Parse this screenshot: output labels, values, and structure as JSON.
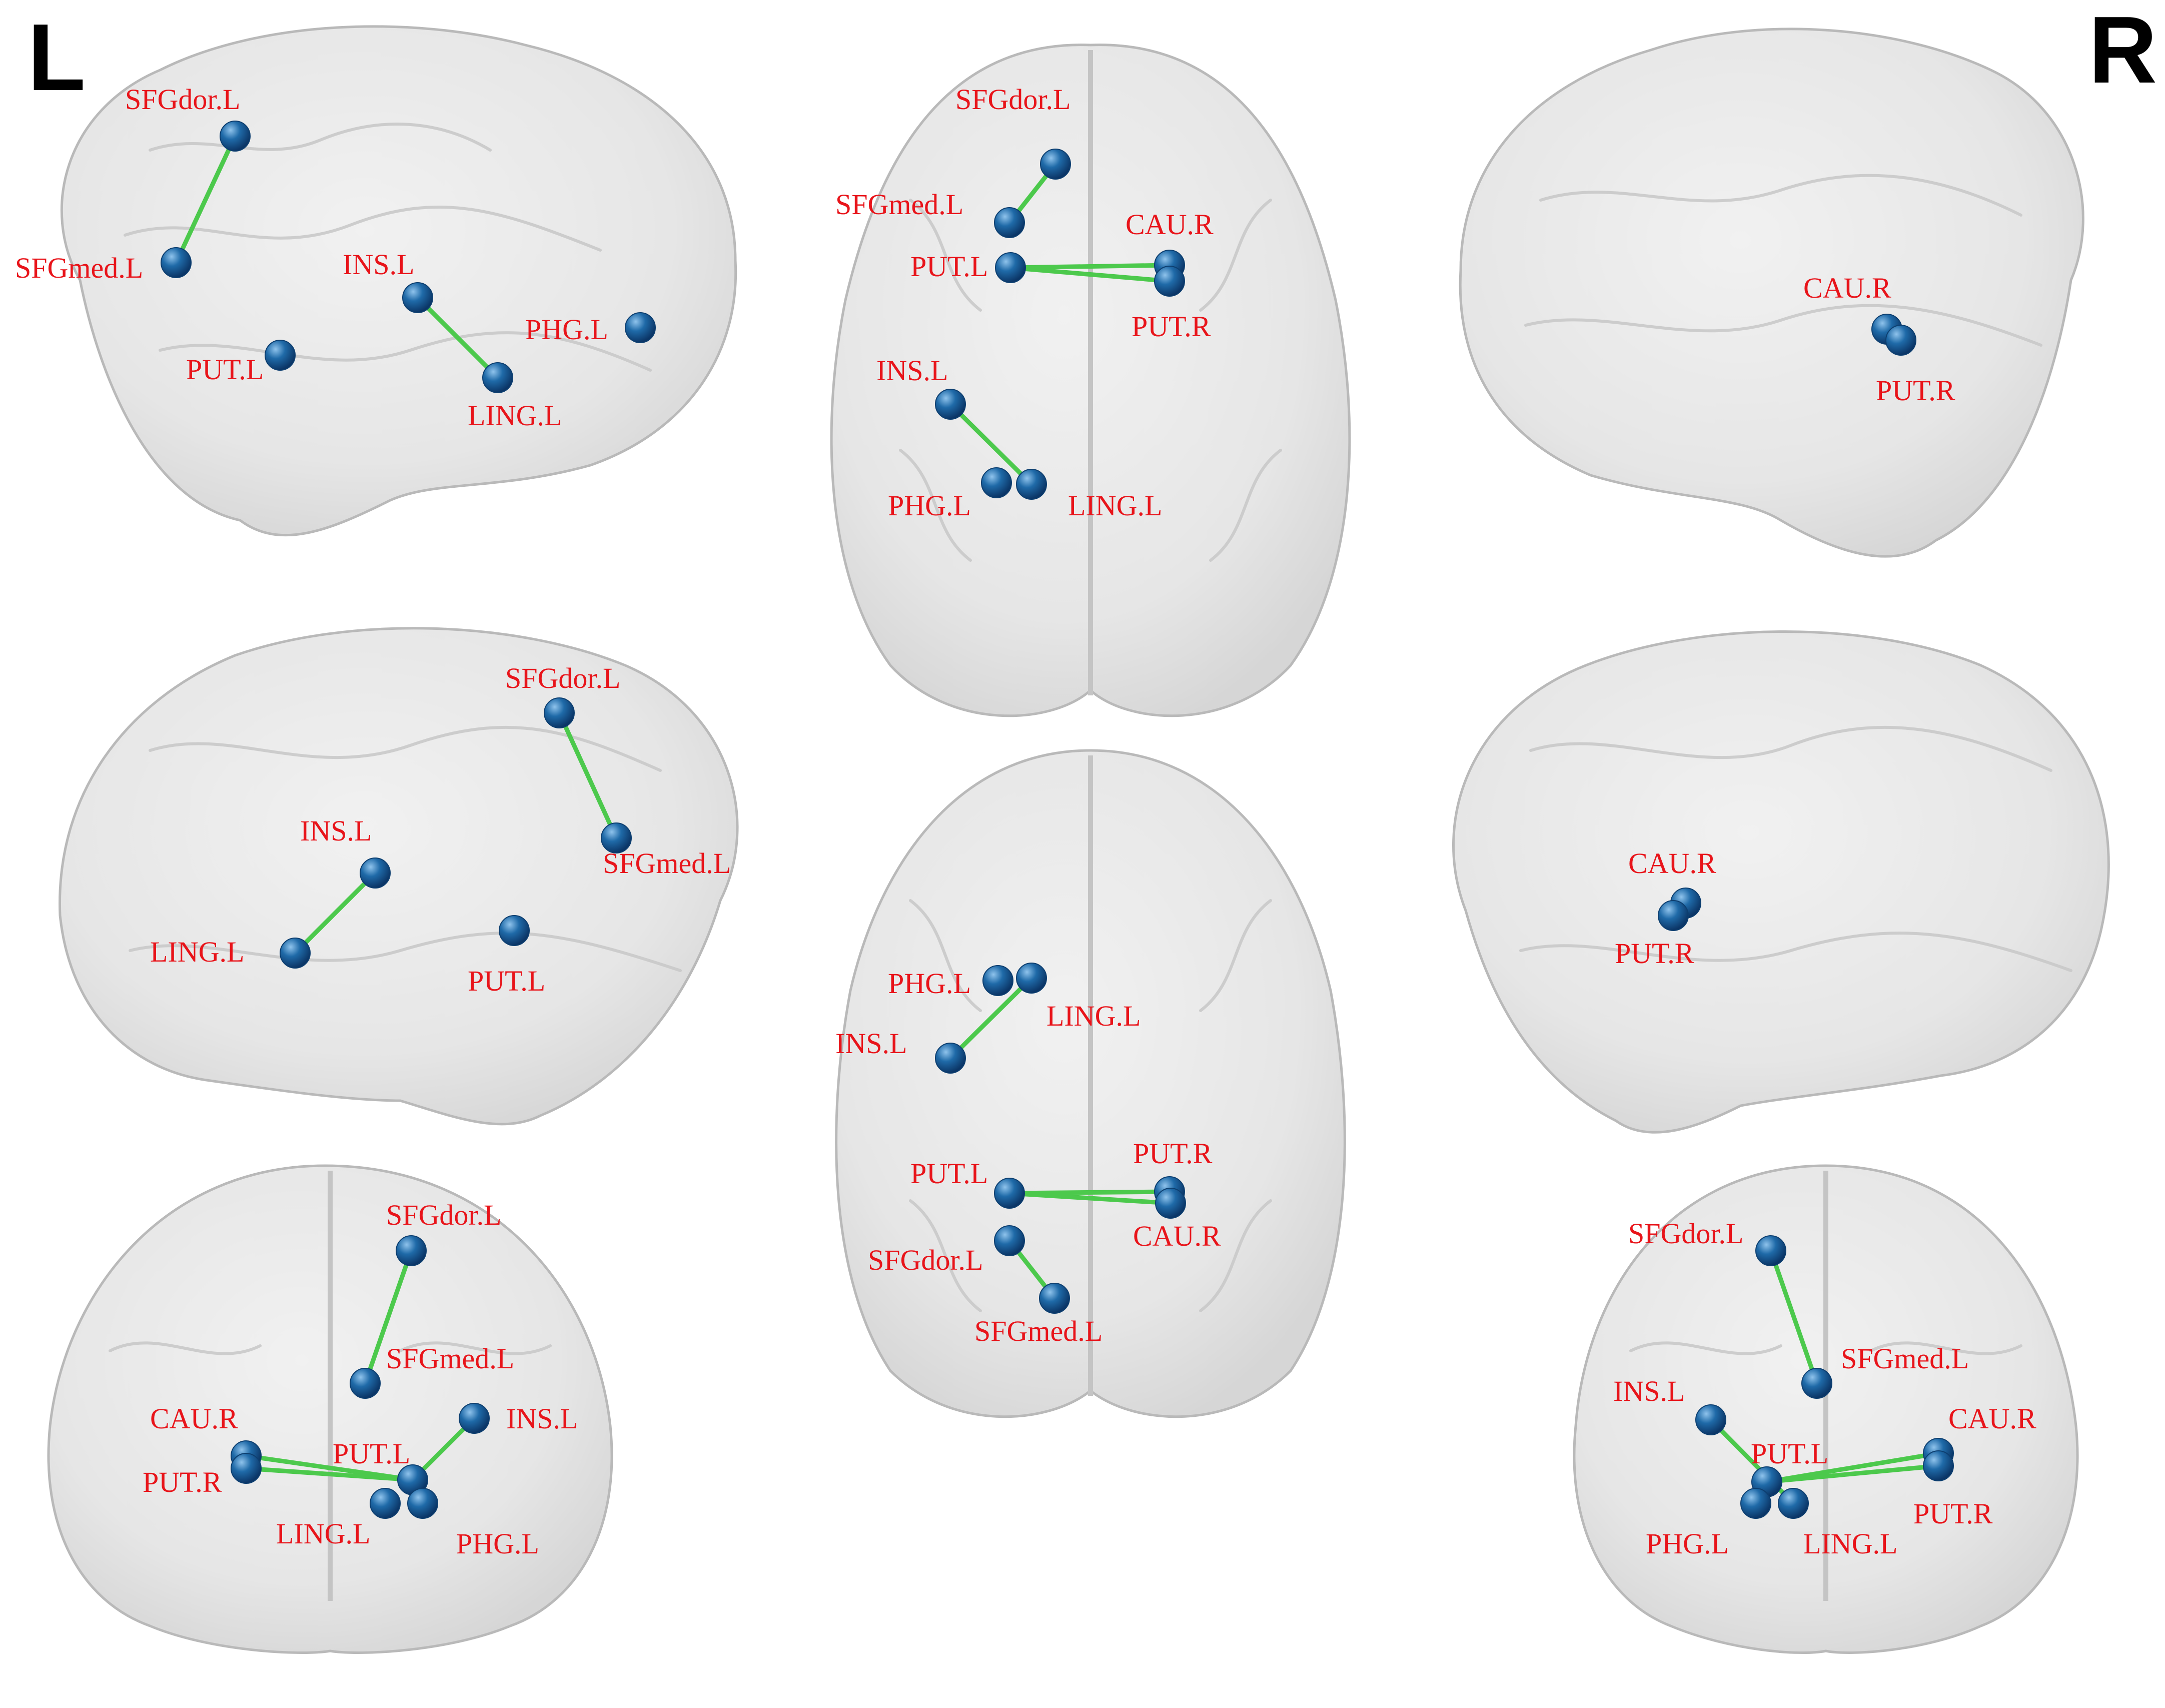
{
  "side_labels": {
    "left": "L",
    "right": "R"
  },
  "colors": {
    "node": "#1f6aa8",
    "edge": "#4cc94c",
    "label": "#e8141a",
    "brain": "#e6e6e6"
  },
  "views": [
    {
      "id": "left-lateral",
      "nodes": [
        {
          "id": "SFGdor.L",
          "label": "SFGdor.L"
        },
        {
          "id": "SFGmed.L",
          "label": "SFGmed.L"
        },
        {
          "id": "INS.L",
          "label": "INS.L"
        },
        {
          "id": "PHG.L",
          "label": "PHG.L"
        },
        {
          "id": "PUT.L",
          "label": "PUT.L"
        },
        {
          "id": "LING.L",
          "label": "LING.L"
        }
      ],
      "edges": [
        [
          "SFGdor.L",
          "SFGmed.L"
        ],
        [
          "INS.L",
          "LING.L"
        ]
      ]
    },
    {
      "id": "top-superior",
      "nodes": [
        {
          "id": "SFGdor.L",
          "label": "SFGdor.L"
        },
        {
          "id": "SFGmed.L",
          "label": "SFGmed.L"
        },
        {
          "id": "CAU.R",
          "label": "CAU.R"
        },
        {
          "id": "PUT.L",
          "label": "PUT.L"
        },
        {
          "id": "PUT.R",
          "label": "PUT.R"
        },
        {
          "id": "INS.L",
          "label": "INS.L"
        },
        {
          "id": "PHG.L",
          "label": "PHG.L"
        },
        {
          "id": "LING.L",
          "label": "LING.L"
        }
      ],
      "edges": [
        [
          "SFGdor.L",
          "SFGmed.L"
        ],
        [
          "PUT.L",
          "CAU.R"
        ],
        [
          "PUT.L",
          "PUT.R"
        ],
        [
          "INS.L",
          "LING.L"
        ]
      ]
    },
    {
      "id": "right-lateral",
      "nodes": [
        {
          "id": "CAU.R",
          "label": "CAU.R"
        },
        {
          "id": "PUT.R",
          "label": "PUT.R"
        }
      ],
      "edges": []
    },
    {
      "id": "left-medial",
      "nodes": [
        {
          "id": "SFGdor.L",
          "label": "SFGdor.L"
        },
        {
          "id": "SFGmed.L",
          "label": "SFGmed.L"
        },
        {
          "id": "INS.L",
          "label": "INS.L"
        },
        {
          "id": "LING.L",
          "label": "LING.L"
        },
        {
          "id": "PUT.L",
          "label": "PUT.L"
        }
      ],
      "edges": [
        [
          "SFGdor.L",
          "SFGmed.L"
        ],
        [
          "INS.L",
          "LING.L"
        ]
      ]
    },
    {
      "id": "bottom-inferior",
      "nodes": [
        {
          "id": "PHG.L",
          "label": "PHG.L"
        },
        {
          "id": "LING.L",
          "label": "LING.L"
        },
        {
          "id": "INS.L",
          "label": "INS.L"
        },
        {
          "id": "PUT.L",
          "label": "PUT.L"
        },
        {
          "id": "PUT.R",
          "label": "PUT.R"
        },
        {
          "id": "CAU.R",
          "label": "CAU.R"
        },
        {
          "id": "SFGdor.L",
          "label": "SFGdor.L"
        },
        {
          "id": "SFGmed.L",
          "label": "SFGmed.L"
        }
      ],
      "edges": [
        [
          "LING.L",
          "INS.L"
        ],
        [
          "PUT.L",
          "PUT.R"
        ],
        [
          "PUT.L",
          "CAU.R"
        ],
        [
          "SFGdor.L",
          "SFGmed.L"
        ]
      ]
    },
    {
      "id": "right-medial",
      "nodes": [
        {
          "id": "CAU.R",
          "label": "CAU.R"
        },
        {
          "id": "PUT.R",
          "label": "PUT.R"
        }
      ],
      "edges": []
    },
    {
      "id": "anterior",
      "nodes": [
        {
          "id": "SFGdor.L",
          "label": "SFGdor.L"
        },
        {
          "id": "SFGmed.L",
          "label": "SFGmed.L"
        },
        {
          "id": "CAU.R",
          "label": "CAU.R"
        },
        {
          "id": "PUT.R",
          "label": "PUT.R"
        },
        {
          "id": "INS.L",
          "label": "INS.L"
        },
        {
          "id": "PUT.L",
          "label": "PUT.L"
        },
        {
          "id": "LING.L",
          "label": "LING.L"
        },
        {
          "id": "PHG.L",
          "label": "PHG.L"
        }
      ],
      "edges": [
        [
          "SFGdor.L",
          "SFGmed.L"
        ],
        [
          "CAU.R",
          "PUT.L"
        ],
        [
          "PUT.R",
          "PUT.L"
        ],
        [
          "INS.L",
          "PUT.L"
        ]
      ]
    },
    {
      "id": "posterior",
      "nodes": [
        {
          "id": "SFGdor.L",
          "label": "SFGdor.L"
        },
        {
          "id": "SFGmed.L",
          "label": "SFGmed.L"
        },
        {
          "id": "INS.L",
          "label": "INS.L"
        },
        {
          "id": "CAU.R",
          "label": "CAU.R"
        },
        {
          "id": "PUT.L",
          "label": "PUT.L"
        },
        {
          "id": "PUT.R",
          "label": "PUT.R"
        },
        {
          "id": "PHG.L",
          "label": "PHG.L"
        },
        {
          "id": "LING.L",
          "label": "LING.L"
        }
      ],
      "edges": [
        [
          "SFGdor.L",
          "SFGmed.L"
        ],
        [
          "INS.L",
          "LING.L"
        ],
        [
          "PUT.L",
          "CAU.R"
        ],
        [
          "PUT.L",
          "PUT.R"
        ]
      ]
    }
  ]
}
